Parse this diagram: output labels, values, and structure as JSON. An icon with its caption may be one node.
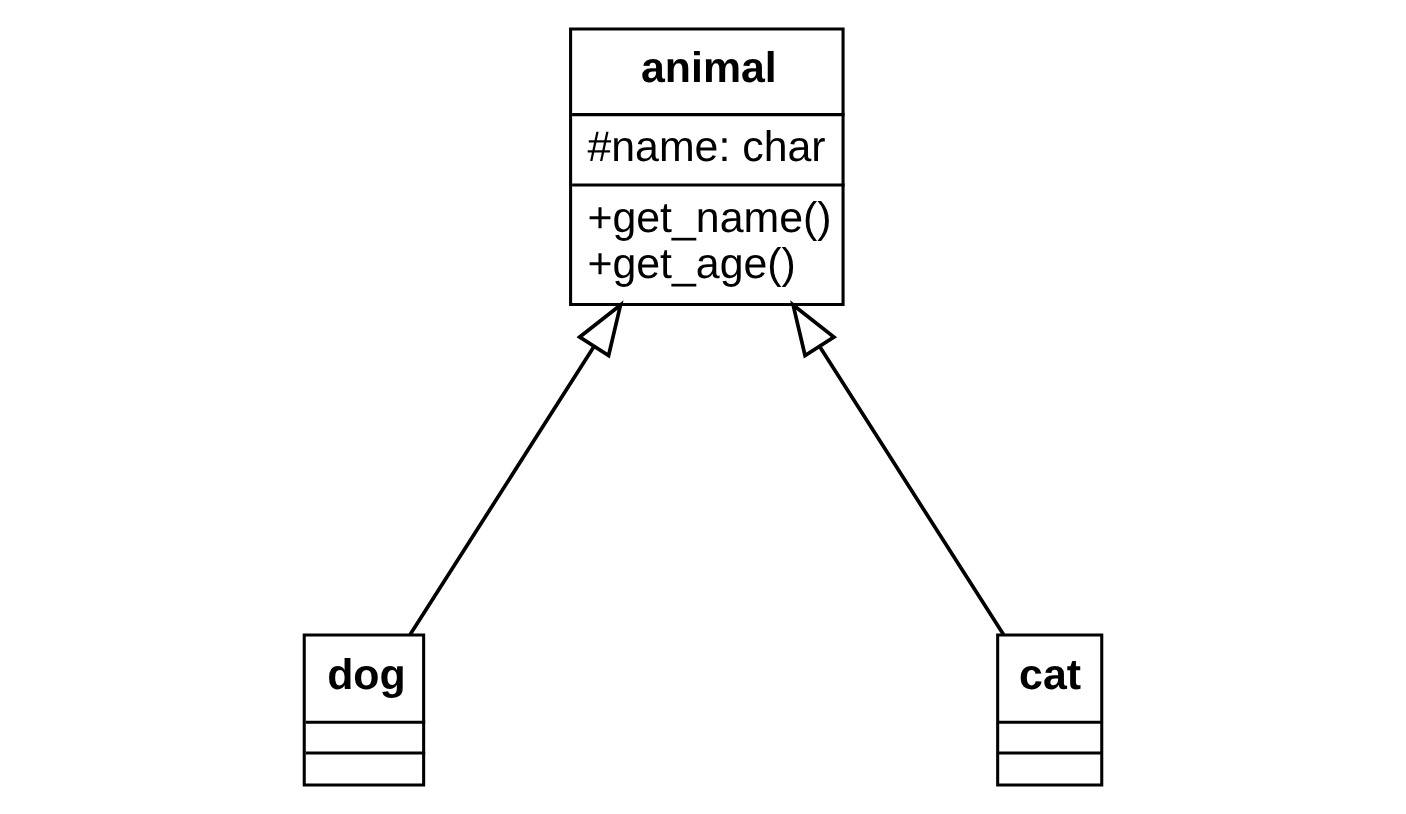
{
  "diagram": {
    "nodes": [
      {
        "text": [
          "animal",
          "#name: char",
          "+get_name()",
          "+get_age()"
        ]
      },
      {
        "text": [
          "dog"
        ]
      },
      {
        "text": [
          "cat"
        ]
      }
    ],
    "edges": [
      {
        "from": 1,
        "to": 0,
        "arrow": "to"
      },
      {
        "from": 2,
        "to": 0,
        "arrow": "to"
      }
    ]
  }
}
